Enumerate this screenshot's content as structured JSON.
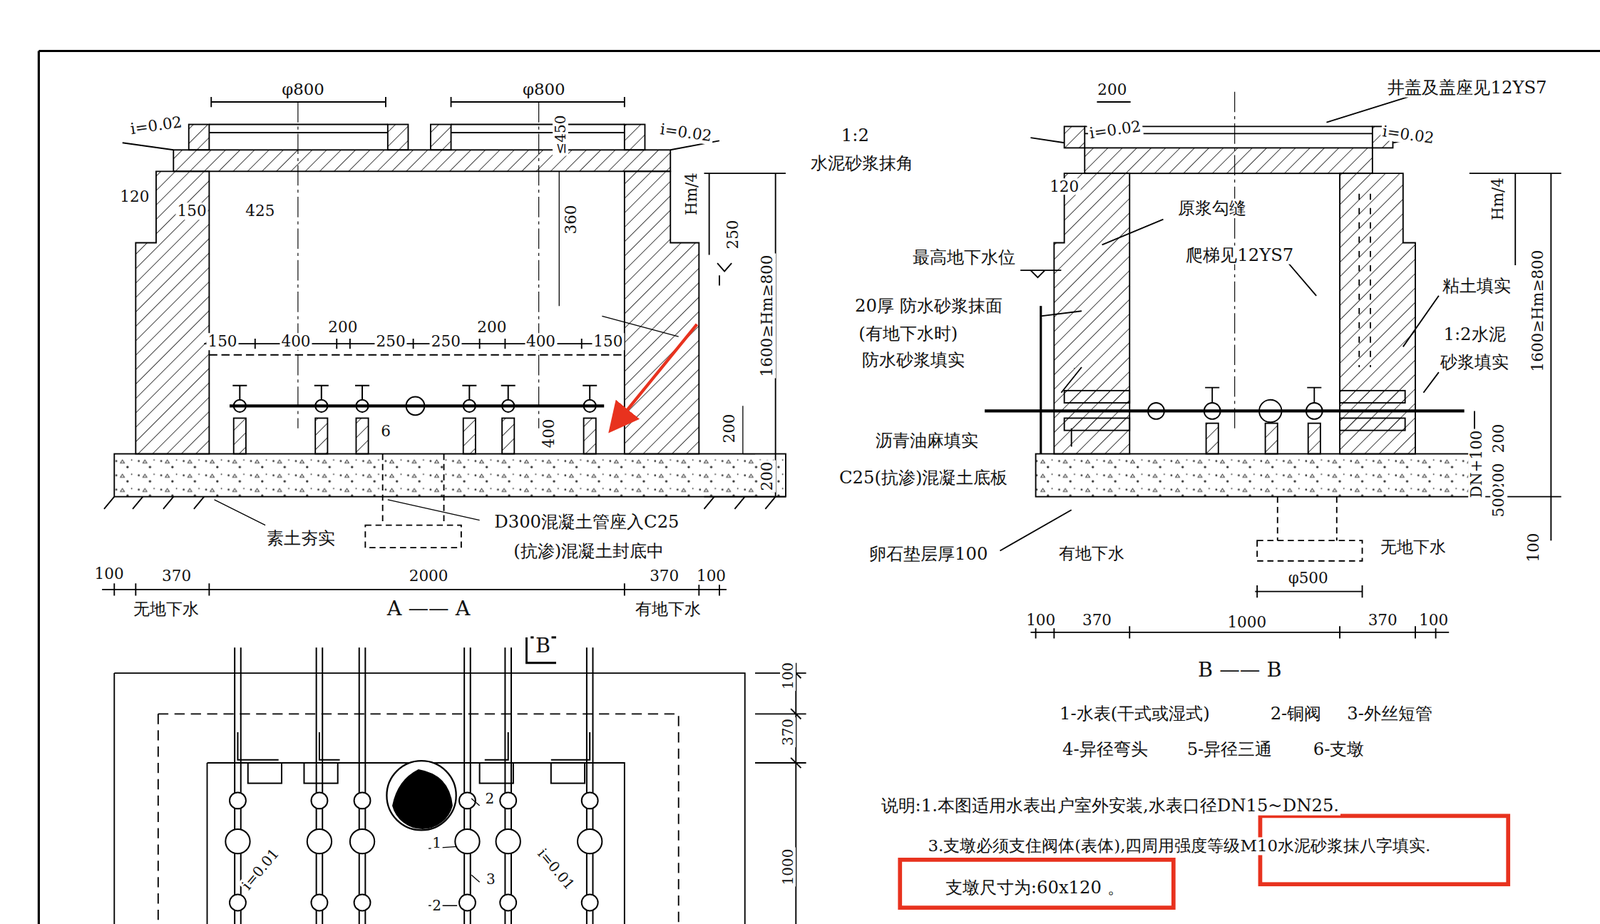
{
  "diagram": {
    "labels": [
      "φ800",
      "φ800",
      "i=0.02",
      "i=0.02",
      "≤450",
      "1:2",
      "水泥砂浆抹角",
      "120",
      "150",
      "425",
      "360",
      "Hm/4",
      "250",
      "1600≥Hm≥800",
      "150",
      "400",
      "200",
      "250",
      "250",
      "200",
      "400",
      "150",
      "6",
      "400",
      "200",
      "200",
      "素土夯实",
      "D300混凝土管座入C25",
      "(抗渗)混凝土封底中",
      "100",
      "370",
      "2000",
      "370",
      "100",
      "无地下水",
      "A —— A",
      "有地下水",
      "200",
      "井盖及盖座见12YS7",
      "i=0.02",
      "i=0.02",
      "120",
      "原浆勾缝",
      "Hm/4",
      "最高地下水位",
      "爬梯见12YS7",
      "粘土填实",
      "1600≥Hm≥800",
      "20厚 防水砂浆抹面",
      "(有地下水时)",
      "防水砂浆填实",
      "1:2水泥",
      "砂浆填实",
      "沥青油麻填实",
      "C25(抗渗)混凝土底板",
      "200",
      "DN+100",
      "200",
      "500",
      "100",
      "卵石垫层厚100",
      "有地下水",
      "无地下水",
      "φ500",
      "100",
      "370",
      "1000",
      "370",
      "100",
      "B —— B",
      "1-水表(干式或湿式)",
      "2-铜阀",
      "3-外丝短管",
      "4-异径弯头",
      "5-异径三通",
      "6-支墩",
      "说明:1.本图适用水表出户室外安装,水表口径DN15~DN25.",
      "3.支墩必须支住阀体(表体),四周用强度等级M10水泥砂浆抹八字填实.",
      "支墩尺寸为:60x120 。",
      "B",
      "100",
      "370",
      "1000",
      "i=0.01",
      "i=0.01",
      "2",
      "1",
      "3",
      "2"
    ]
  }
}
